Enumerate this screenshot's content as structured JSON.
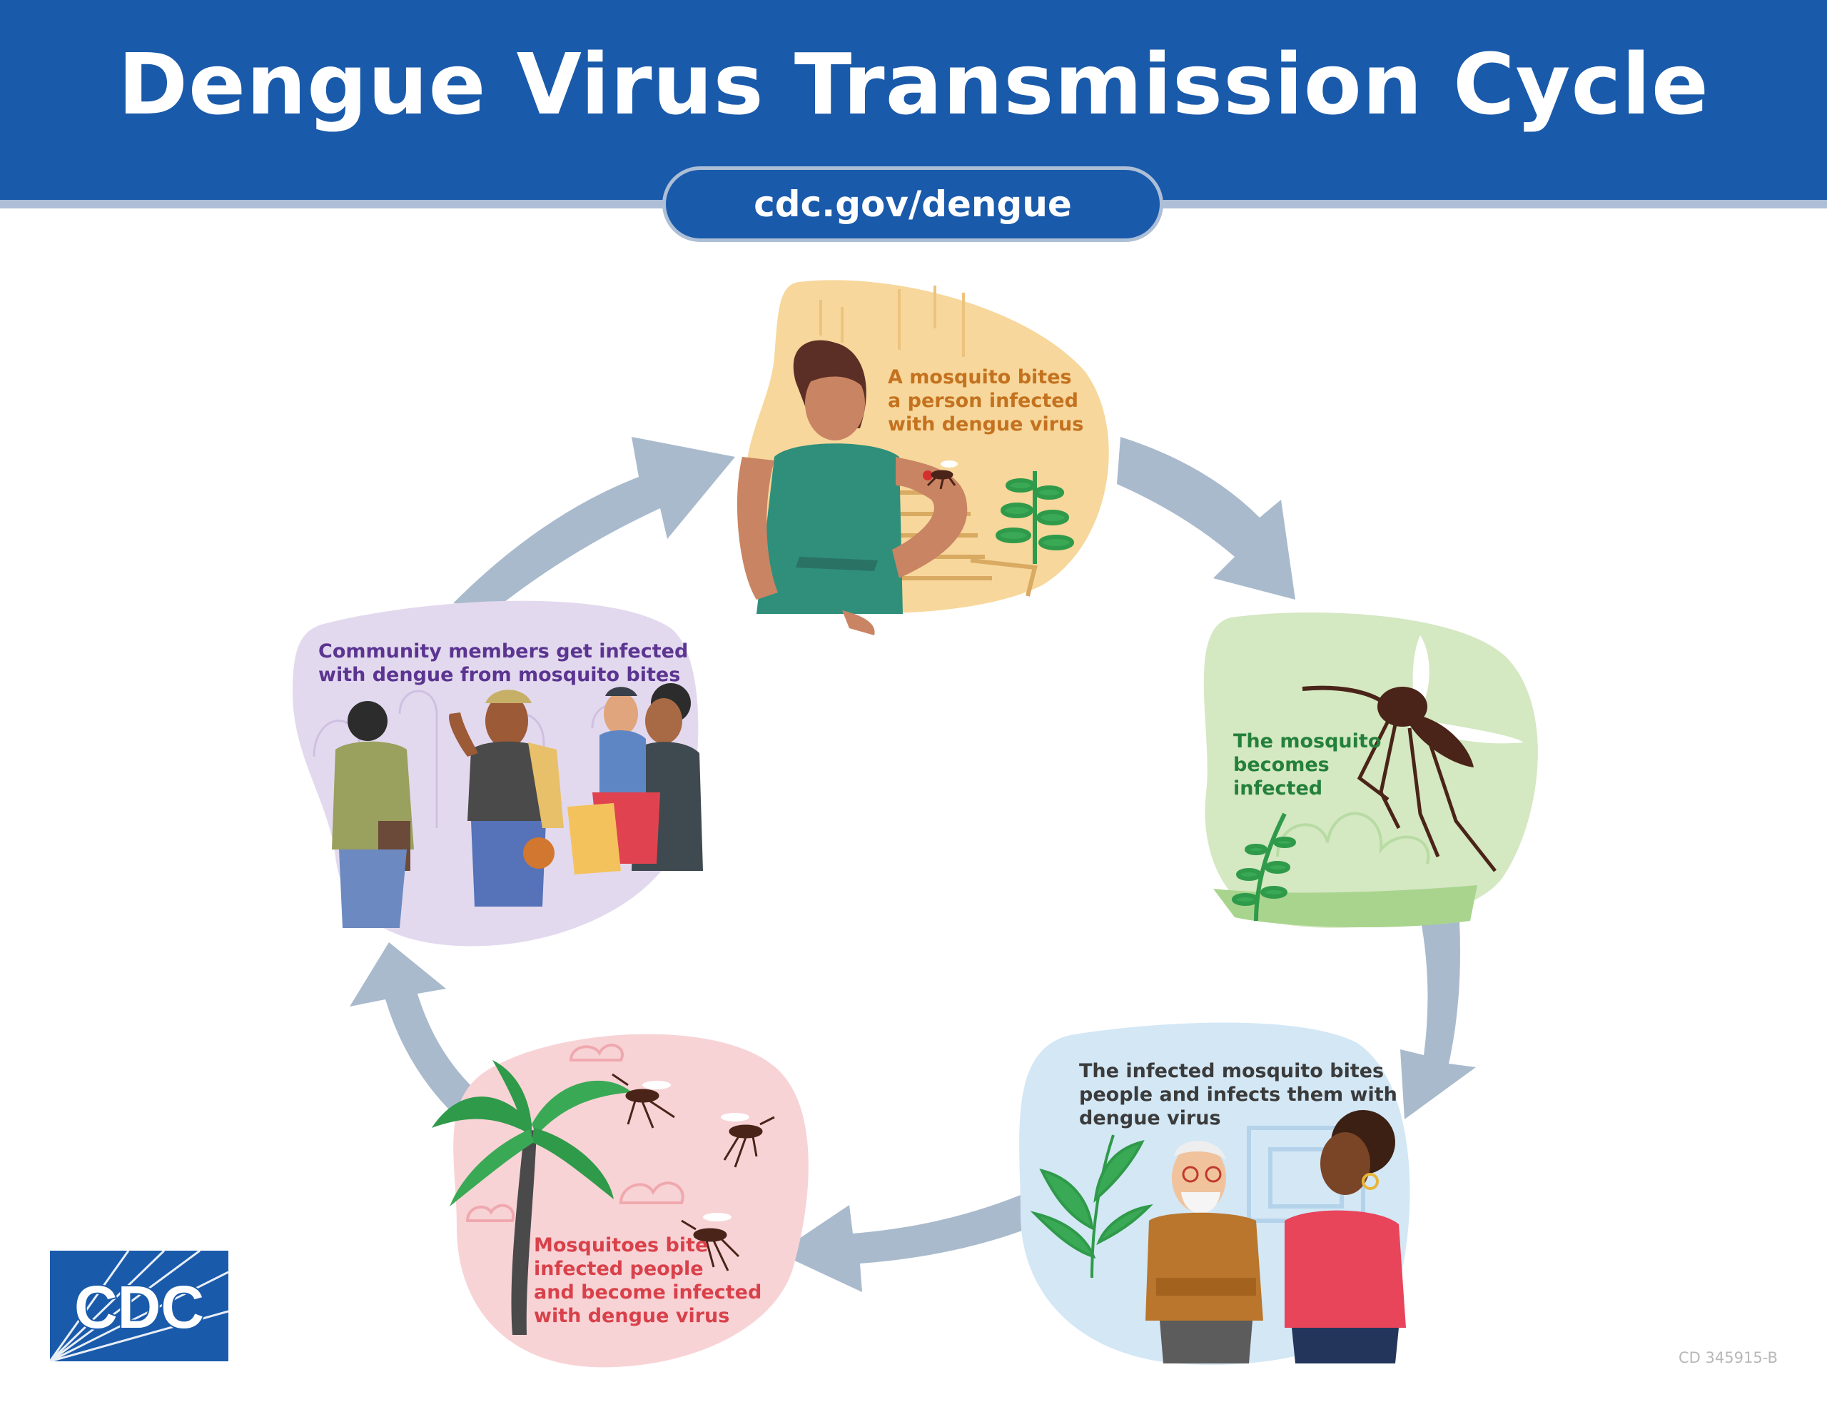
{
  "header": {
    "title": "Dengue Virus Transmission Cycle",
    "url": "cdc.gov/dengue"
  },
  "steps": [
    {
      "text": "A mosquito bites\na person infected\nwith dengue virus",
      "bg_color": "#f7d79b"
    },
    {
      "text": "The mosquito\nbecomes\ninfected",
      "bg_color": "#d4e8c2"
    },
    {
      "text": "The infected mosquito bites\npeople and infects them with\ndengue virus",
      "bg_color": "#d3e7f5"
    },
    {
      "text": "Mosquitoes bite\ninfected people\nand become infected\nwith dengue virus",
      "bg_color": "#f8d3d6"
    },
    {
      "text": "Community members get infected\nwith dengue from mosquito bites",
      "bg_color": "#e3d9ee"
    }
  ],
  "arrow_color": "#a9bacd",
  "brand_color": "#1a5aab",
  "logo": {
    "text": "CDC"
  },
  "footer_code": "CD 345915-B"
}
